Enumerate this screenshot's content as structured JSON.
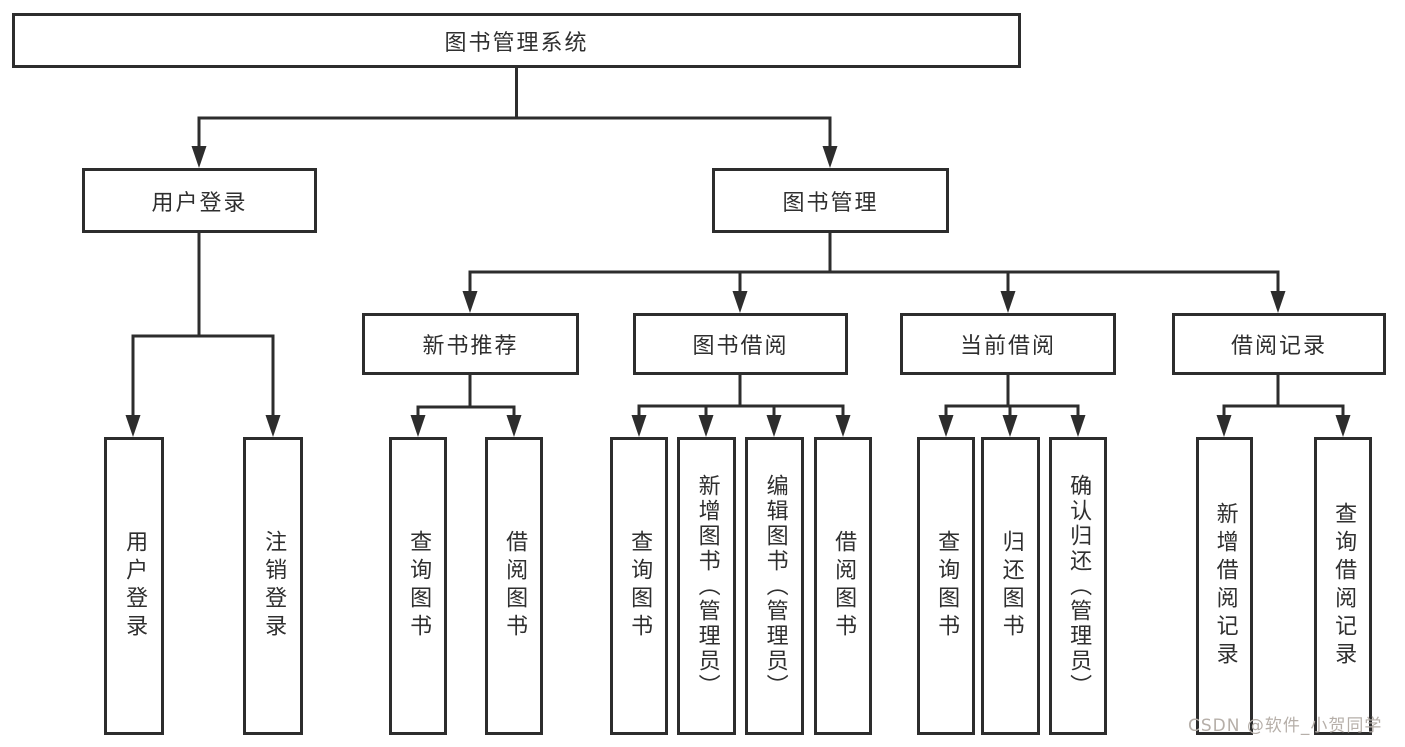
{
  "diagram": {
    "tree": {
      "root": {
        "label": "图书管理系统",
        "children": [
          {
            "label": "用户登录",
            "children": [
              {
                "label": "用户登录"
              },
              {
                "label": "注销登录"
              }
            ]
          },
          {
            "label": "图书管理",
            "children": [
              {
                "label": "新书推荐",
                "children": [
                  {
                    "label": "查询图书"
                  },
                  {
                    "label": "借阅图书"
                  }
                ]
              },
              {
                "label": "图书借阅",
                "children": [
                  {
                    "label": "查询图书"
                  },
                  {
                    "label": "新增图书（管理员）"
                  },
                  {
                    "label": "编辑图书（管理员）"
                  },
                  {
                    "label": "借阅图书"
                  }
                ]
              },
              {
                "label": "当前借阅",
                "children": [
                  {
                    "label": "查询图书"
                  },
                  {
                    "label": "归还图书"
                  },
                  {
                    "label": "确认归还（管理员）"
                  }
                ]
              },
              {
                "label": "借阅记录",
                "children": [
                  {
                    "label": "新增借阅记录"
                  },
                  {
                    "label": "查询借阅记录"
                  }
                ]
              }
            ]
          }
        ]
      }
    },
    "colors": {
      "line": "#2d2d2d",
      "box_border": "#2d2d2d",
      "text": "#2f2f2f",
      "watermark_text": "#b6afa9",
      "background": "#ffffff"
    }
  },
  "watermark": {
    "text": "CSDN @软件_小贺同学"
  }
}
